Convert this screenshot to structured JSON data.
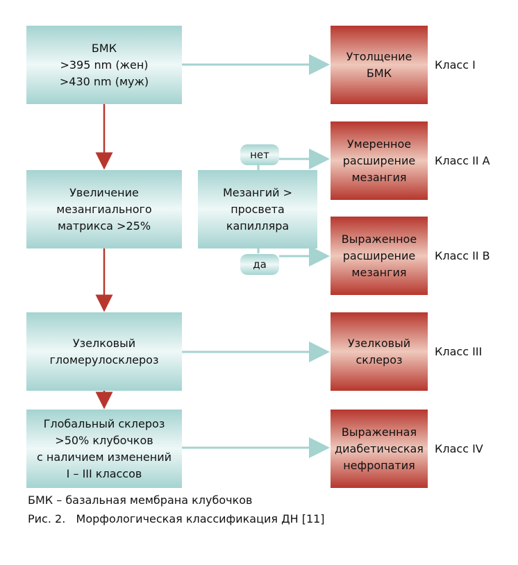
{
  "left_boxes": [
    "БМК\n>395 nm (жен)\n>430 nm (муж)",
    "Увеличение\nмезангиального\nматрикса >25%",
    "Узелковый\nгломерулосклероз",
    "Глобальный склероз\n>50% клубочков\nс наличием изменений\nI – III классов"
  ],
  "decision": {
    "text": "Мезангий >\nпросвета\nкапилляра",
    "no": "нет",
    "yes": "да"
  },
  "outcomes": [
    {
      "text": "Утолщение\nБМК",
      "class": "Класс I"
    },
    {
      "text": "Умеренное\nрасширение\nмезангия",
      "class": "Класс II A"
    },
    {
      "text": "Выраженное\nрасширение\nмезангия",
      "class": "Класс II B"
    },
    {
      "text": "Узелковый\nсклероз",
      "class": "Класс III"
    },
    {
      "text": "Выраженная\nдиабетическая\nнефропатия",
      "class": "Класс IV"
    }
  ],
  "caption": {
    "note": "БМК – базальная мембрана клубочков",
    "figure": "Рис. 2.   Морфологическая классификация ДН [11]"
  },
  "colors": {
    "teal": "#a4d3d0",
    "red": "#b7372e",
    "arrow_teal": "#a4d3d0",
    "arrow_red": "#b7372e"
  }
}
